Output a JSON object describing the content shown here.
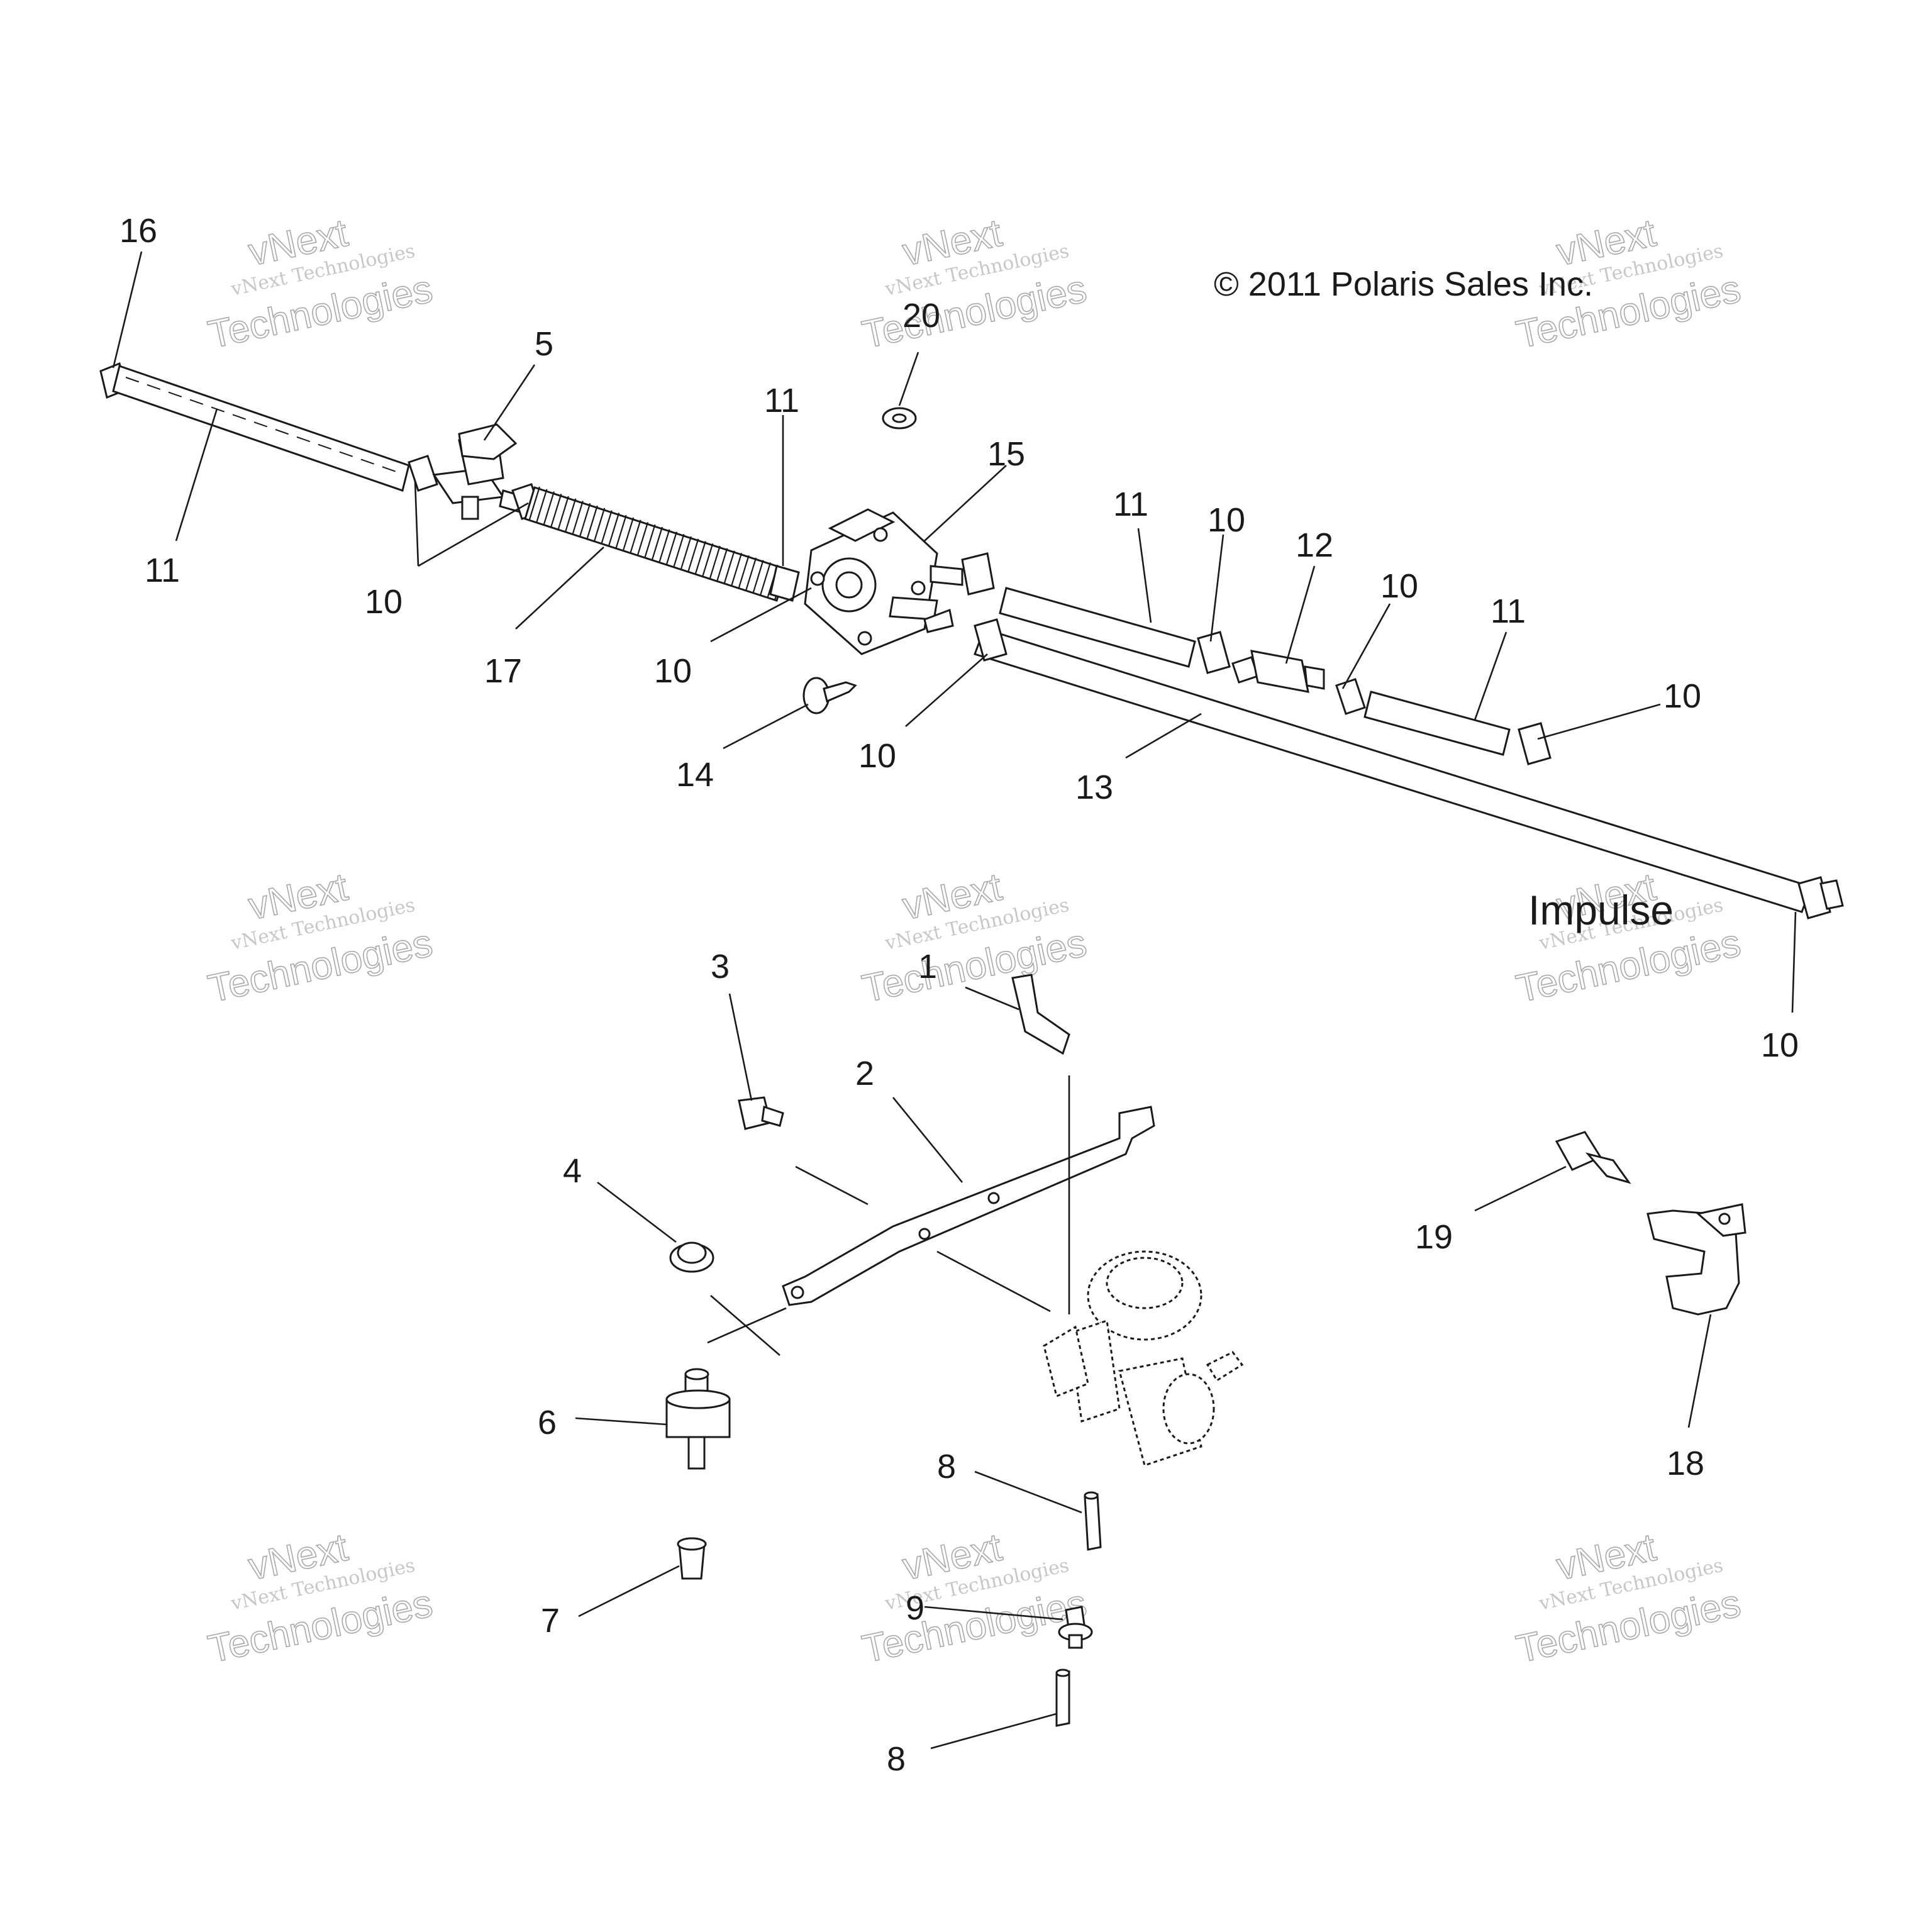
{
  "copyright": "© 2011 Polaris Sales Inc.",
  "model": "Impulse",
  "watermark": {
    "small": "vNext Technologies",
    "big_1": "vNext",
    "big_2": "Technologies"
  },
  "callouts": [
    "16",
    "5",
    "11",
    "11",
    "10",
    "17",
    "10",
    "15",
    "20",
    "11",
    "10",
    "12",
    "10",
    "11",
    "10",
    "14",
    "10",
    "13",
    "10",
    "3",
    "1",
    "2",
    "4",
    "6",
    "7",
    "8",
    "9",
    "8",
    "19",
    "18"
  ]
}
